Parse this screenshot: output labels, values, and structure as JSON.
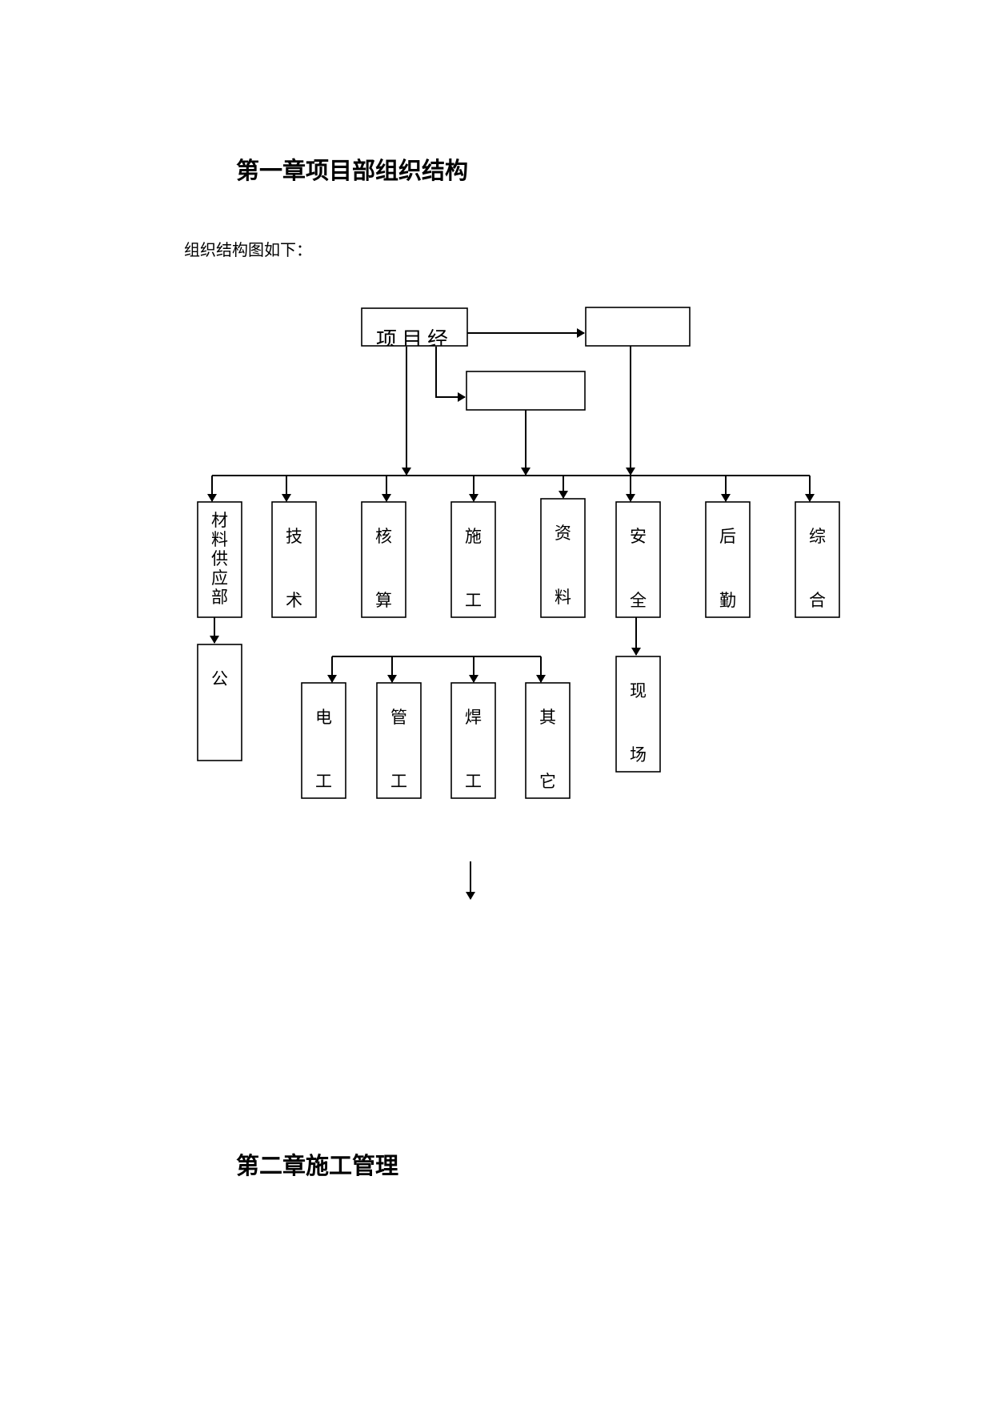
{
  "document": {
    "chapter1_title": "第一章项目部组织结构",
    "intro": "组织结构图如下：",
    "chapter2_title": "第二章施工管理"
  },
  "org_chart": {
    "top": {
      "manager": "项目经",
      "right_box": "",
      "mid_box": ""
    },
    "departments": [
      {
        "lines": [
          "材",
          "料",
          "供",
          "应",
          "部"
        ]
      },
      {
        "lines": [
          "技",
          "术"
        ]
      },
      {
        "lines": [
          "核",
          "算"
        ]
      },
      {
        "lines": [
          "施",
          "工"
        ]
      },
      {
        "lines": [
          "资",
          "料"
        ]
      },
      {
        "lines": [
          "安",
          "全"
        ]
      },
      {
        "lines": [
          "后",
          "勤"
        ]
      },
      {
        "lines": [
          "综",
          "合"
        ]
      }
    ],
    "material_sub": {
      "lines": [
        "公"
      ]
    },
    "safety_sub": {
      "lines": [
        "现",
        "场"
      ]
    },
    "workers": [
      {
        "lines": [
          "电",
          "工"
        ]
      },
      {
        "lines": [
          "管",
          "工"
        ]
      },
      {
        "lines": [
          "焊",
          "工"
        ]
      },
      {
        "lines": [
          "其",
          "它"
        ]
      }
    ]
  }
}
